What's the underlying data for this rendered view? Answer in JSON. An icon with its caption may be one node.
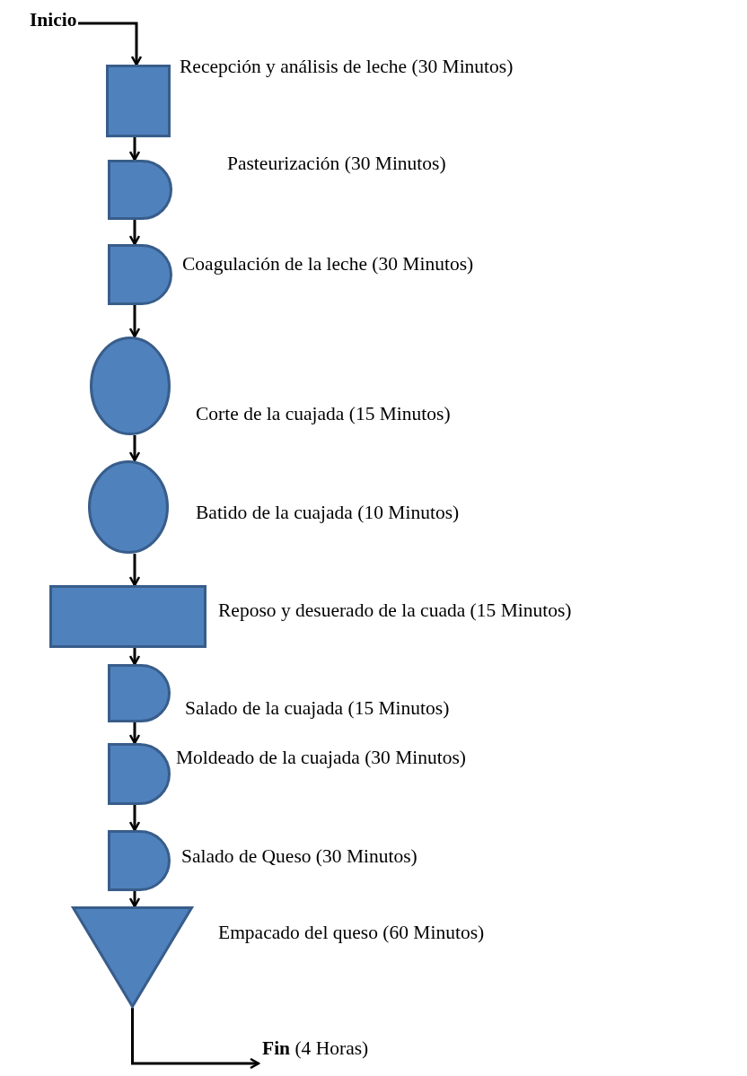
{
  "diagram": {
    "nodes": [
      {
        "text": [
          "Inicio"
        ]
      },
      {
        "text": [],
        "shape": "box",
        "beside": [
          "Recepción y análisis de leche (30 Minutos)"
        ]
      },
      {
        "text": [],
        "shape": "delay",
        "beside": [
          "Pasteurización (30 Minutos)"
        ]
      },
      {
        "text": [],
        "shape": "delay",
        "beside": [
          "Coagulación de la leche (30 Minutos)"
        ]
      },
      {
        "text": [],
        "shape": "circle",
        "beside": [
          "Corte de la cuajada (15 Minutos)"
        ]
      },
      {
        "text": [],
        "shape": "circle",
        "beside": [
          "Batido de la cuajada (10 Minutos)"
        ]
      },
      {
        "text": [],
        "shape": "box",
        "beside": [
          "Reposo y desuerado de la cuada (15 Minutos)"
        ]
      },
      {
        "text": [],
        "shape": "delay",
        "beside": [
          "Salado de la cuajada (15 Minutos)"
        ]
      },
      {
        "text": [],
        "shape": "delay",
        "beside": [
          "Moldeado de la cuajada (30 Minutos)"
        ]
      },
      {
        "text": [],
        "shape": "delay",
        "beside": [
          "Salado de Queso (30 Minutos)"
        ]
      },
      {
        "text": [],
        "shape": "triangle",
        "beside": [
          "Empacado del queso (60 Minutos)"
        ]
      },
      {
        "text": [
          "**Fin** (4 Horas)"
        ]
      }
    ],
    "edges": [
      {
        "from": 0,
        "to": 1,
        "arrow": "to"
      },
      {
        "from": 1,
        "to": 2,
        "arrow": "to"
      },
      {
        "from": 2,
        "to": 3,
        "arrow": "to"
      },
      {
        "from": 3,
        "to": 4,
        "arrow": "to"
      },
      {
        "from": 4,
        "to": 5,
        "arrow": "to"
      },
      {
        "from": 5,
        "to": 6,
        "arrow": "to"
      },
      {
        "from": 6,
        "to": 7,
        "arrow": "to"
      },
      {
        "from": 7,
        "to": 8,
        "arrow": "to"
      },
      {
        "from": 8,
        "to": 9,
        "arrow": "to"
      },
      {
        "from": 9,
        "to": 10,
        "arrow": "to"
      },
      {
        "from": 10,
        "to": 11,
        "arrow": "to"
      }
    ]
  }
}
